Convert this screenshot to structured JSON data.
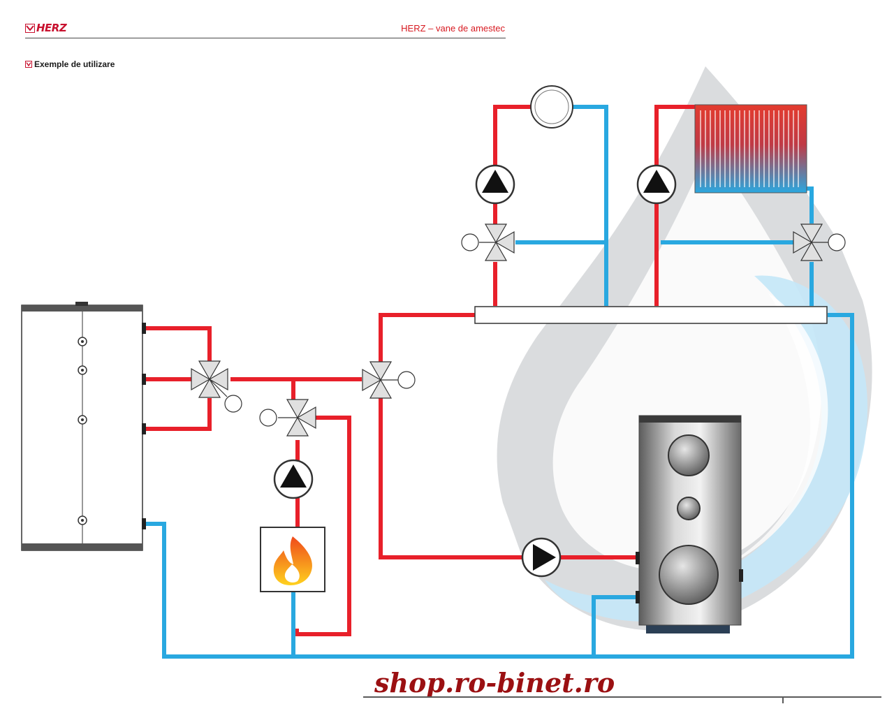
{
  "header": {
    "brand": "HERZ",
    "title": "HERZ – vane de amestec"
  },
  "section": {
    "title": "Exemple de utilizare"
  },
  "footer": {
    "url": "shop.ro-binet.ro"
  },
  "colors": {
    "hot_pipe": "#e8202a",
    "cold_pipe": "#29a8e0",
    "brand_red": "#c8102e",
    "watermark_grey": "#b5b8bb",
    "watermark_blue": "#bfe6f8"
  },
  "icons": [
    "herz-logo-icon",
    "checkbox-icon",
    "pump-icon",
    "mixing-valve-icon",
    "flame-icon",
    "radiator-icon"
  ]
}
